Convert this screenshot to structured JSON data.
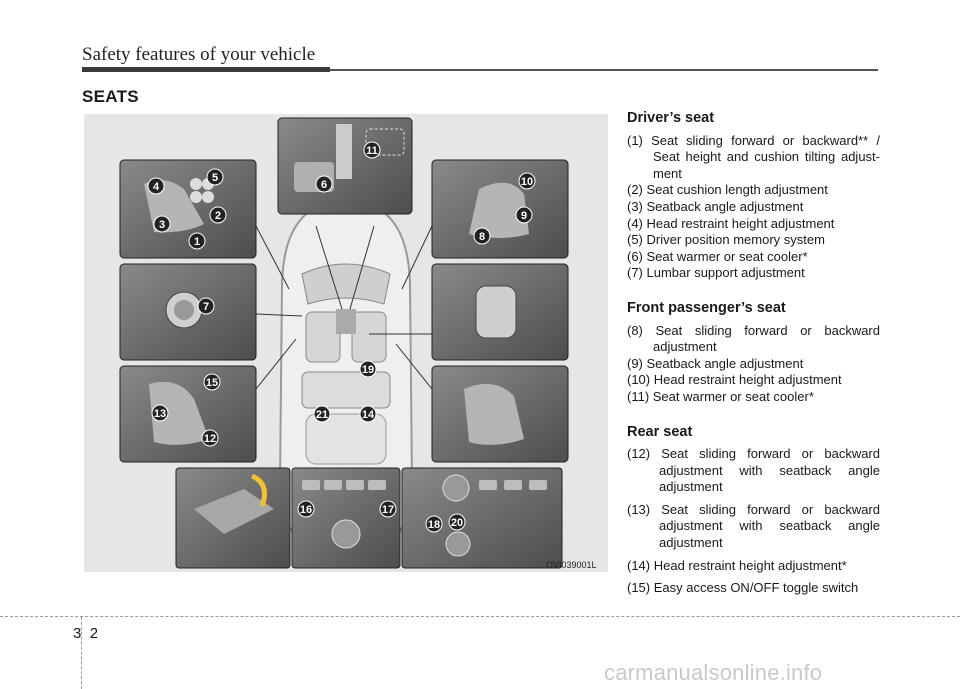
{
  "header": {
    "title": "Safety features of your vehicle"
  },
  "section": {
    "title": "SEATS"
  },
  "figure": {
    "code": "OVI039001L",
    "callouts": [
      "1",
      "2",
      "3",
      "4",
      "5",
      "6",
      "7",
      "8",
      "9",
      "10",
      "11",
      "12",
      "13",
      "14",
      "15",
      "16",
      "17",
      "18",
      "19",
      "20",
      "21"
    ]
  },
  "drivers_seat": {
    "heading": "Driver’s seat",
    "items": [
      "(1) Seat sliding forward or backward** / Seat height and cushion tilting adjust-ment",
      "(2) Seat cushion length adjustment",
      "(3) Seatback angle adjustment",
      "(4) Head restraint height adjustment",
      "(5) Driver position memory system",
      "(6) Seat warmer or seat cooler*",
      "(7) Lumbar support adjustment"
    ]
  },
  "front_passenger_seat": {
    "heading": "Front passenger’s seat",
    "items": [
      "(8) Seat sliding forward or backward adjustment",
      "(9) Seatback angle adjustment",
      "(10) Head restraint height adjustment",
      "(11) Seat warmer or seat cooler*"
    ]
  },
  "rear_seat": {
    "heading": "Rear seat",
    "items": [
      "(12) Seat sliding forward or backward adjustment with seatback angle adjustment",
      "(13) Seat sliding forward or backward adjustment with seatback angle adjustment",
      "(14) Head restraint height adjustment*",
      "(15) Easy access ON/OFF toggle switch"
    ]
  },
  "footer": {
    "chapter": "3",
    "page": "2",
    "watermark": "carmanualsonline.info"
  }
}
